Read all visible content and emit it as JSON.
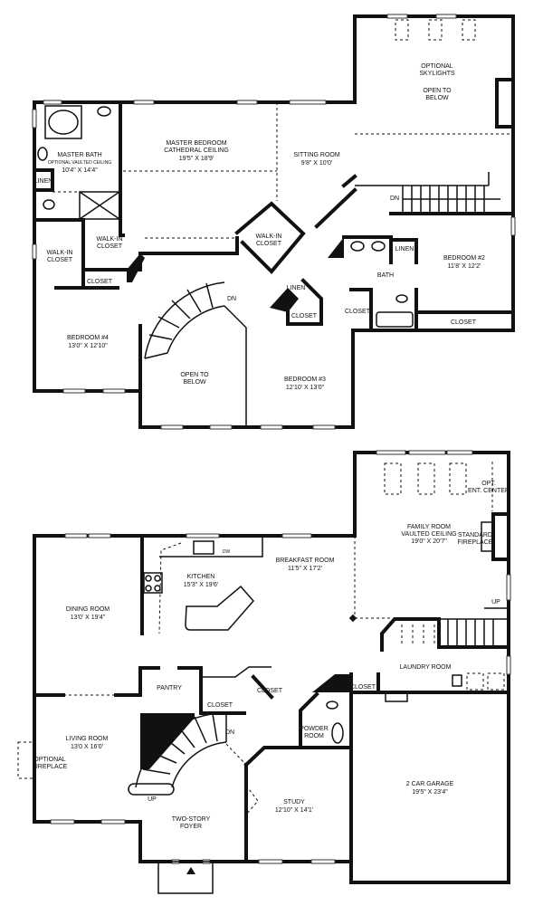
{
  "upper_floor": {
    "master_bath": {
      "name": "MASTER BATH",
      "note": "OPTIONAL VAULTED CEILING",
      "size": "10'4\" X 14'4\""
    },
    "master_bedroom": {
      "name": "MASTER BEDROOM",
      "note": "CATHEDRAL CEILING",
      "size": "19'5\" X 18'9'"
    },
    "sitting_room": {
      "name": "SITTING ROOM",
      "size": "9'8\" X 10'0'"
    },
    "open_skylights": {
      "note1": "OPTIONAL",
      "note2": "SKYLIGHTS",
      "open1": "OPEN TO",
      "open2": "BELOW"
    },
    "linen_bath": "LINEN",
    "walkin_left": {
      "l1": "WALK-IN",
      "l2": "CLOSET"
    },
    "walkin_mid": {
      "l1": "WALK-IN",
      "l2": "CLOSET"
    },
    "walkin_diag": {
      "l1": "WALK-IN",
      "l2": "CLOSET"
    },
    "closet_a": "CLOSET",
    "stair_dn": "DN",
    "stair_dn_right": "DN",
    "linen_b3": "LINEN",
    "closet_b3": "CLOSET",
    "closet_b2_left": "CLOSET",
    "bath": "BATH",
    "linen_bath2": "LINEN",
    "bedroom2": {
      "name": "BEDROOM #2",
      "size": "11'8' X 12'2'"
    },
    "closet_b2": "CLOSET",
    "bedroom4": {
      "name": "BEDROOM #4",
      "size": "13'0\" X 12'10\""
    },
    "open_below": {
      "l1": "OPEN TO",
      "l2": "BELOW"
    },
    "bedroom3": {
      "name": "BEDROOM #3",
      "size": "12'10' X 13'0\""
    }
  },
  "lower_floor": {
    "dining_room": {
      "name": "DINING ROOM",
      "size": "13'0' X 19'4\""
    },
    "kitchen": {
      "name": "KITCHEN",
      "size": "15'3\" X 19'6'",
      "dw": "DW"
    },
    "breakfast_room": {
      "name": "BREAKFAST ROOM",
      "size": "11'5\" X 17'2'"
    },
    "family_room": {
      "name": "FAMILY ROOM",
      "note": "VAULTED CEILING",
      "size": "19'0\" X 20'7\""
    },
    "ent_center": {
      "l1": "OPT.",
      "l2": "ENT. CENTER"
    },
    "fireplace": {
      "l1": "STANDARD",
      "l2": "FIREPLACE"
    },
    "stair_up_right": "UP",
    "laundry_room": "LAUNDRY ROOM",
    "closet_laundry": "CLOSET",
    "pantry": "PANTRY",
    "closet_1": "CLOSET",
    "closet_2": "CLOSET",
    "powder_room": {
      "l1": "POWDER",
      "l2": "ROOM"
    },
    "living_room": {
      "name": "LIVING ROOM",
      "size": "13'0 X 16'0'"
    },
    "optional_fireplace": {
      "l1": "OPTIONAL",
      "l2": "FIREPLACE"
    },
    "stair_dn": "DN",
    "stair_up": "UP",
    "foyer": {
      "l1": "TWO-STORY",
      "l2": "FOYER"
    },
    "study": {
      "name": "STUDY",
      "size": "12'10\" X 14'1'"
    },
    "garage": {
      "name": "2 CAR GARAGE",
      "size": "19'5\" X 23'4\""
    }
  }
}
